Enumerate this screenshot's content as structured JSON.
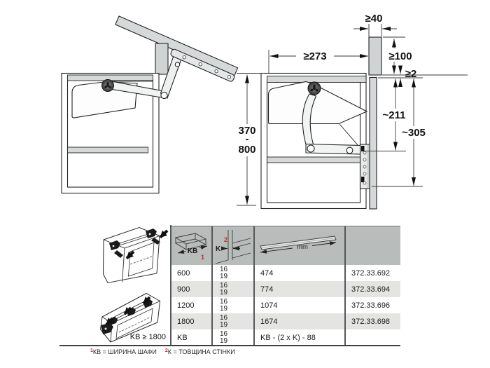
{
  "page": {
    "kind": "furniture-fitting-catalog-drawing"
  },
  "colors": {
    "accent_red": "#b5342b",
    "header_gray": "#b8bcbb",
    "row_alt_gray": "#e4e5e2",
    "panel_gray": "#d6d9d9",
    "line": "#1d1d1d"
  },
  "diagram": {
    "dim_40": "≥40",
    "dim_273": "≥273",
    "dim_100": "≥100",
    "dim_2": "≥2",
    "dim_211": "~211",
    "dim_305": "~305",
    "range_top": "370",
    "range_sep": "-",
    "range_bottom": "800"
  },
  "iso": {
    "kb_min_label": "KB ≥ 1800"
  },
  "table": {
    "header": {
      "col1_label": "KB",
      "col1_footref": "1",
      "col2_label": "K",
      "col2_footref": "2",
      "col3_label": "mm"
    },
    "rows": [
      {
        "kb": "600",
        "k1": "16",
        "k2": "19",
        "mm": "474",
        "art": "372.33.692"
      },
      {
        "kb": "900",
        "k1": "16",
        "k2": "19",
        "mm": "774",
        "art": "372.33.694"
      },
      {
        "kb": "1200",
        "k1": "16",
        "k2": "19",
        "mm": "1074",
        "art": "372.33.696"
      },
      {
        "kb": "1800",
        "k1": "16",
        "k2": "19",
        "mm": "1674",
        "art": "372.33.698"
      },
      {
        "kb": "KB",
        "k1": "16",
        "k2": "19",
        "mm": "KB - (2 x K) - 88",
        "art": ""
      }
    ]
  },
  "footnotes": {
    "ref1": "1",
    "text1": "КВ = ШИРИНА ШАФИ",
    "ref2": "2",
    "text2": "К = ТОВЩИНА СТІНКИ"
  }
}
